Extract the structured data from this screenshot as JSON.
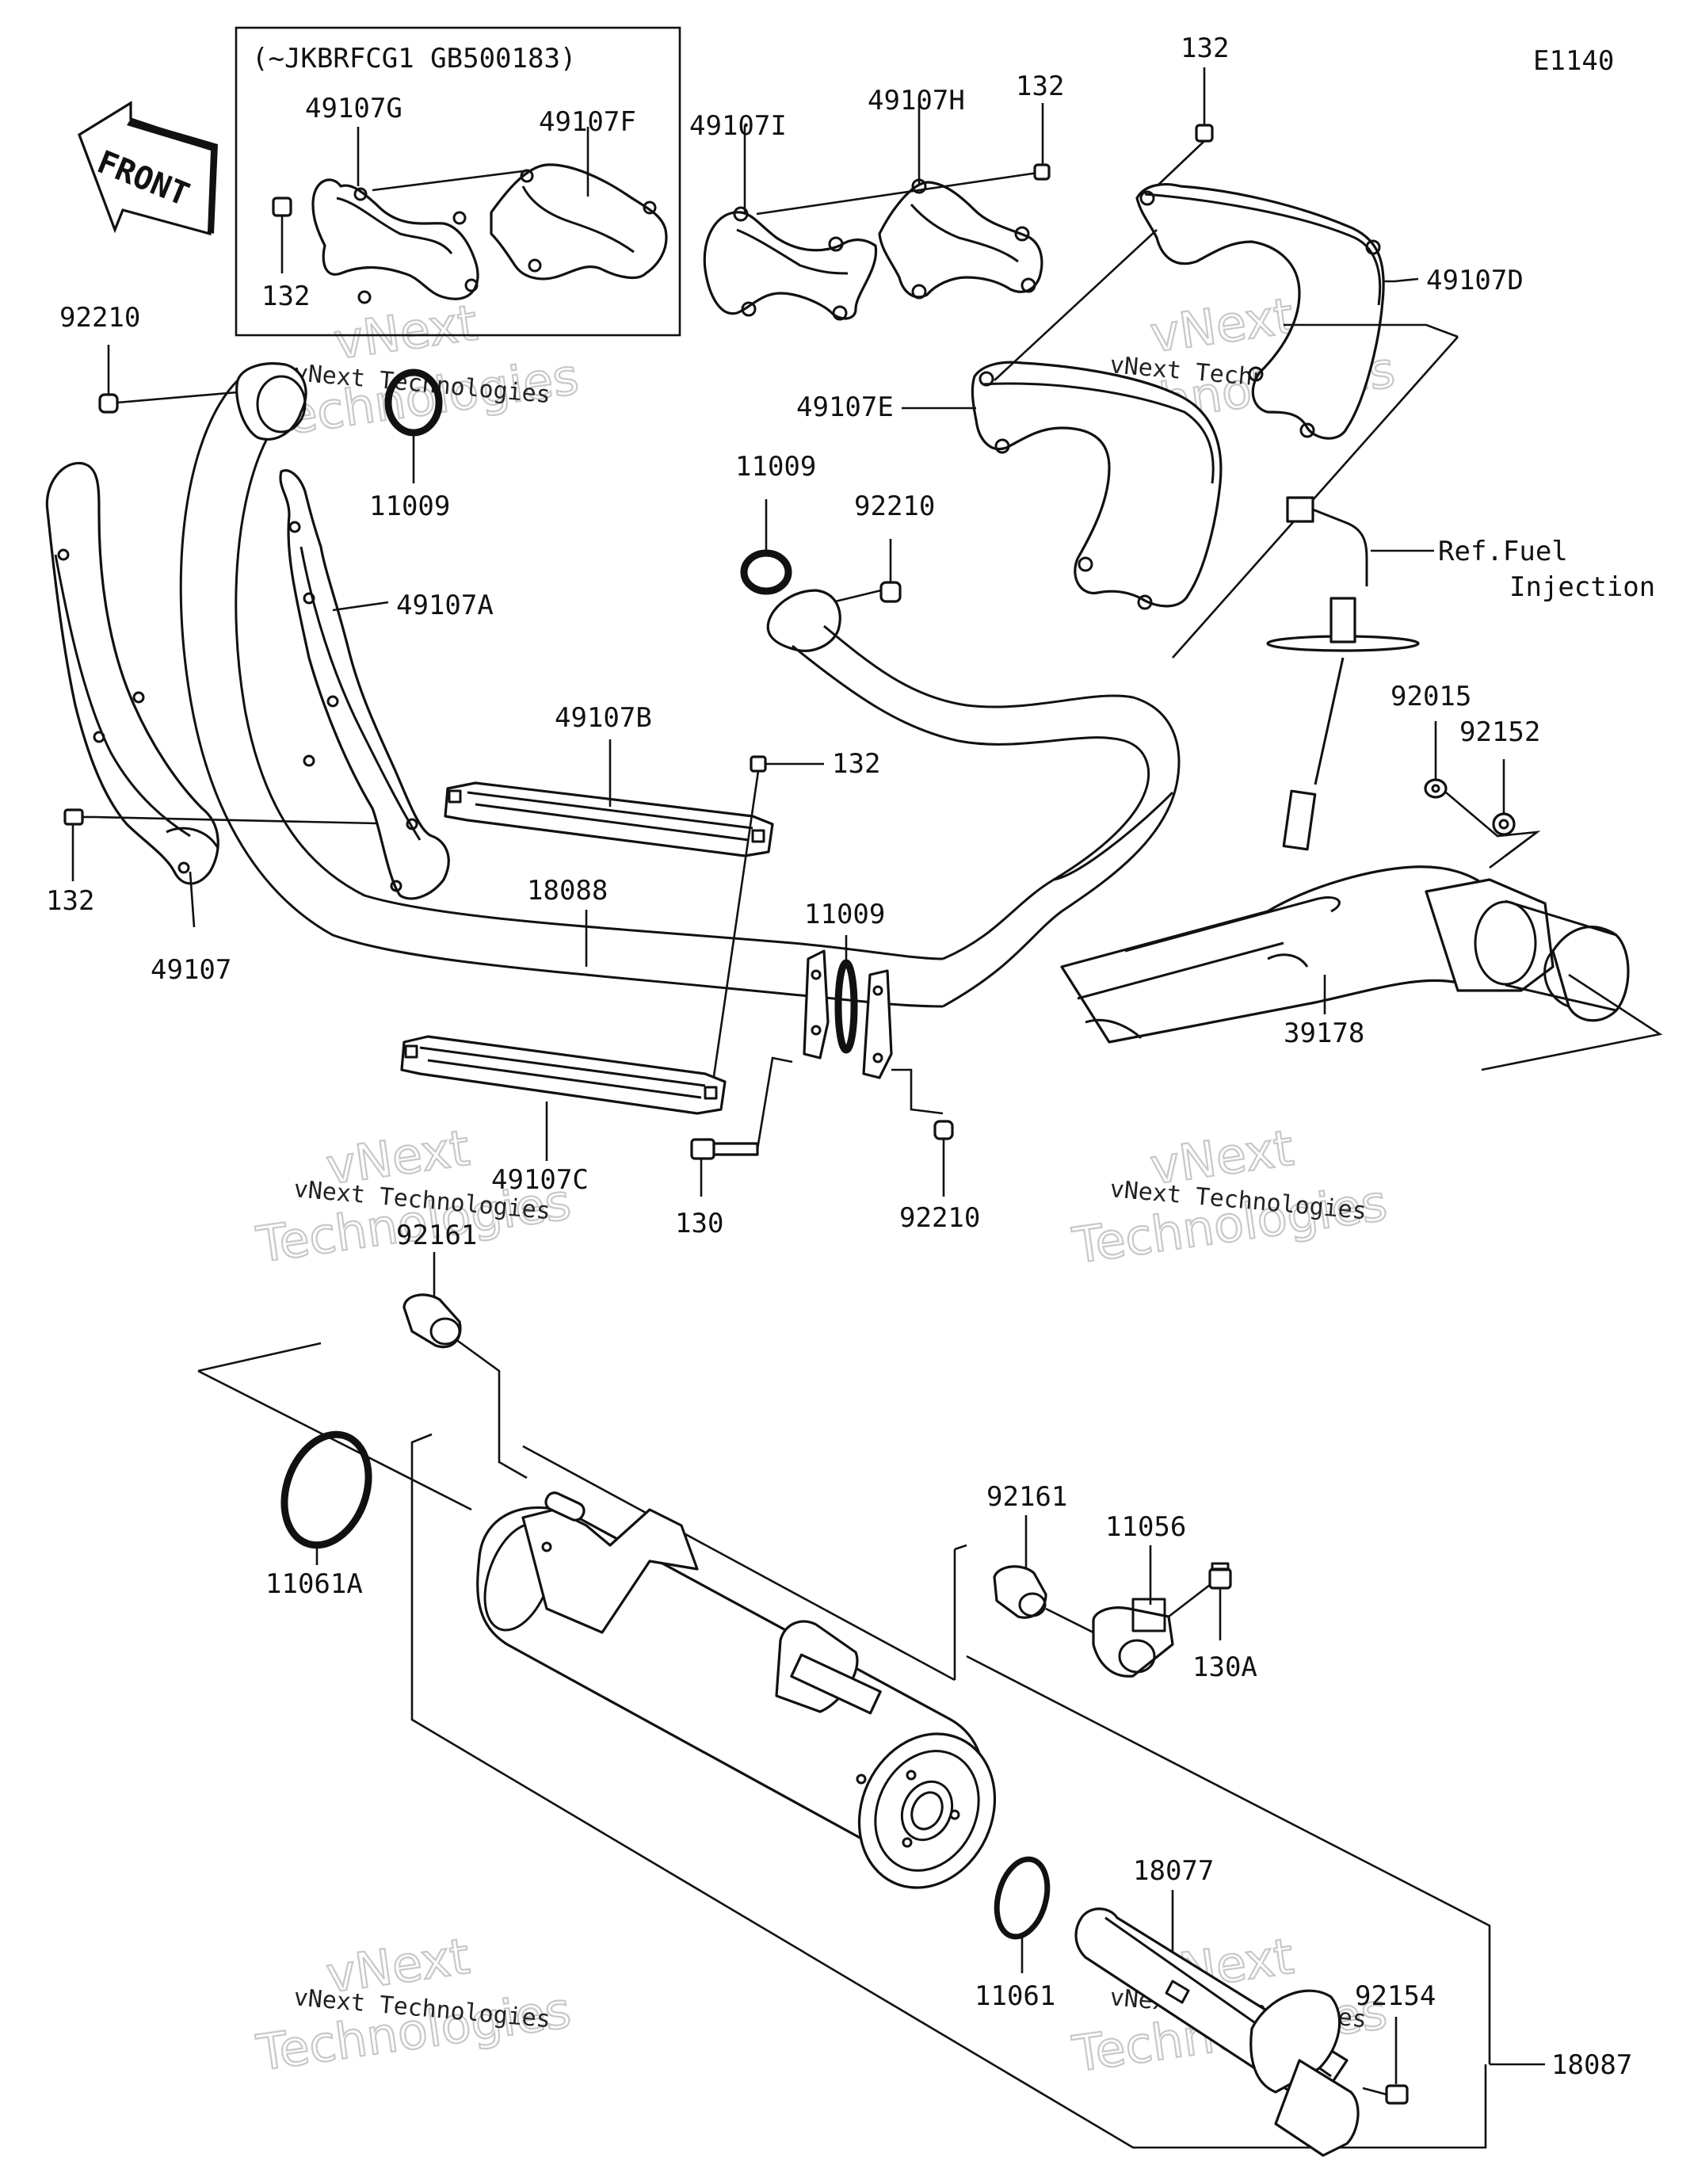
{
  "diagram_code": "E1140",
  "inset_note": "(~JKBRFCG1 GB500183)",
  "front_label": "FRONT",
  "callouts": {
    "p49107G": "49107G",
    "p49107F": "49107F",
    "p132_inset": "132",
    "p49107I": "49107I",
    "p49107H": "49107H",
    "p132_topmid": "132",
    "p132_top": "132",
    "p49107D": "49107D",
    "p92210_left": "92210",
    "p11009_top": "11009",
    "p49107E": "49107E",
    "p11009_mid": "11009",
    "p92210_mid": "92210",
    "ref_fuel_1": "Ref.Fuel",
    "ref_fuel_2": "Injection",
    "p49107A": "49107A",
    "p49107B": "49107B",
    "p132_mid": "132",
    "p92015": "92015",
    "p92152": "92152",
    "p132_left": "132",
    "p49107": "49107",
    "p18088": "18088",
    "p11009_joint": "11009",
    "p39178": "39178",
    "p49107C": "49107C",
    "p130": "130",
    "p92210_low": "92210",
    "p92161_top": "92161",
    "p11061A": "11061A",
    "p92161_right": "92161",
    "p11056": "11056",
    "p130A": "130A",
    "p18077": "18077",
    "p11061": "11061",
    "p92154": "92154",
    "p18087": "18087"
  },
  "watermark": {
    "brand": "vNext",
    "word": "Technologies",
    "line": "vNext Technologies"
  }
}
